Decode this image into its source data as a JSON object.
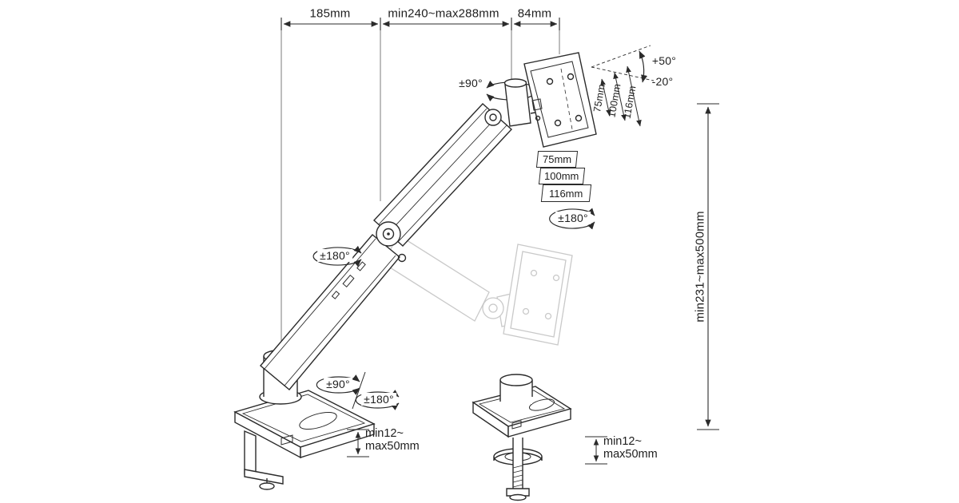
{
  "diagram": {
    "top_dimensions": {
      "left": "185mm",
      "middle": "min240~max288mm",
      "right": "84mm"
    },
    "height_range": "min231~max500mm",
    "vesa": {
      "vertical": [
        "75mm",
        "100mm",
        "116mm"
      ],
      "horizontal": [
        "75mm",
        "100mm",
        "116mm"
      ]
    },
    "angles": {
      "tilt_up": "+50°",
      "tilt_down": "-20°",
      "monitor_swivel": "±90°",
      "plate_rotation": "±180°",
      "arm_rotation": "±180°",
      "base_swivel": "±90°",
      "base_rotation": "±180°"
    },
    "clamp_range": {
      "left": {
        "line1": "min12~",
        "line2": "max50mm"
      },
      "right": {
        "line1": "min12~",
        "line2": "max50mm"
      }
    },
    "colors": {
      "line": "#2b2b2b",
      "ghost": "#c9c9c9",
      "background": "#ffffff"
    }
  }
}
